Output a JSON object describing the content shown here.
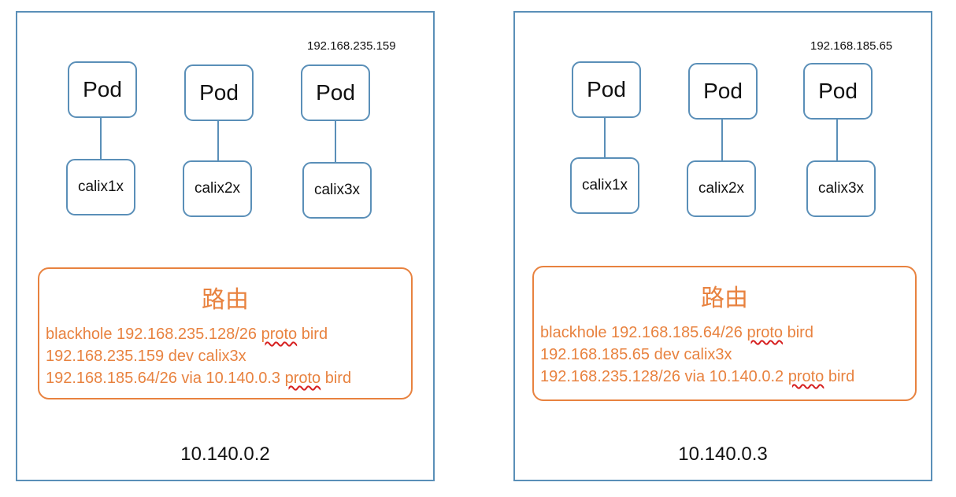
{
  "nodes": [
    {
      "node_ip": "10.140.0.2",
      "pod_ip": "192.168.235.159",
      "pods": [
        {
          "label": "Pod",
          "calix": "calix1x"
        },
        {
          "label": "Pod",
          "calix": "calix2x"
        },
        {
          "label": "Pod",
          "calix": "calix3x"
        }
      ],
      "routes": {
        "title": "路由",
        "line1": {
          "prefix": "blackhole 192.168.235.128/26 ",
          "keyword": "proto",
          "suffix": " bird"
        },
        "line2": {
          "text": "192.168.235.159 dev calix3x"
        },
        "line3": {
          "prefix": "192.168.185.64/26 via 10.140.0.3 ",
          "keyword": "proto",
          "suffix": " bird"
        }
      }
    },
    {
      "node_ip": "10.140.0.3",
      "pod_ip": "192.168.185.65",
      "pods": [
        {
          "label": "Pod",
          "calix": "calix1x"
        },
        {
          "label": "Pod",
          "calix": "calix2x"
        },
        {
          "label": "Pod",
          "calix": "calix3x"
        }
      ],
      "routes": {
        "title": "路由",
        "line1": {
          "prefix": "blackhole 192.168.185.64/26 ",
          "keyword": "proto",
          "suffix": " bird"
        },
        "line2": {
          "text": "192.168.185.65 dev calix3x"
        },
        "line3": {
          "prefix": "192.168.235.128/26 via 10.140.0.2 ",
          "keyword": "proto",
          "suffix": " bird"
        }
      }
    }
  ],
  "colors": {
    "node_border": "#5a8fb8",
    "route_accent": "#e8823f",
    "spellcheck_underline": "#d62020"
  }
}
